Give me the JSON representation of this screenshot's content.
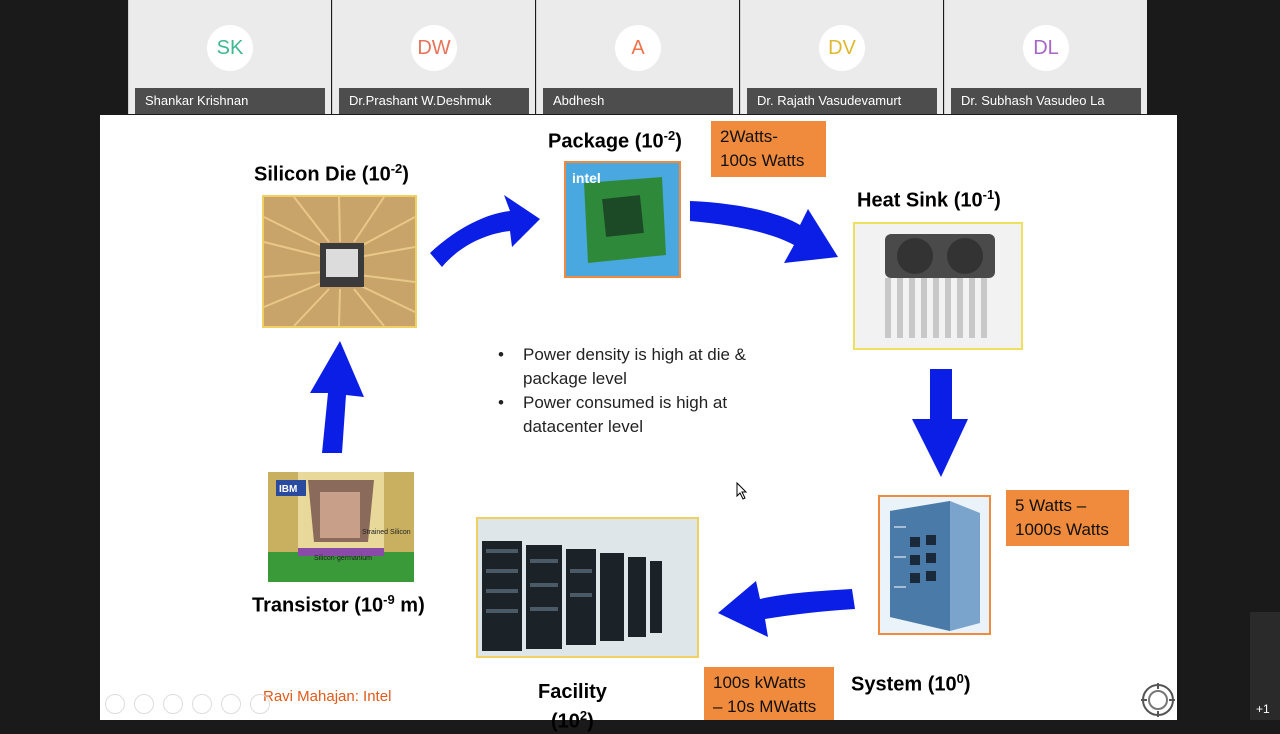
{
  "participants": [
    {
      "initials": "SK",
      "name": "Shankar Krishnan",
      "color": "#3db88f"
    },
    {
      "initials": "DW",
      "name": "Dr.Prashant W.Deshmuk",
      "color": "#e8735a"
    },
    {
      "initials": "A",
      "name": "Abdhesh",
      "color": "#f0724a"
    },
    {
      "initials": "DV",
      "name": "Dr. Rajath Vasudevamurt",
      "color": "#e0b830"
    },
    {
      "initials": "DL",
      "name": "Dr. Subhash Vasudeo La",
      "color": "#a566c8"
    }
  ],
  "slide": {
    "silicon_die": {
      "text": "Silicon Die (10",
      "exp": "-2",
      "close": ")"
    },
    "package": {
      "text": "Package (10",
      "exp": "-2",
      "close": ")"
    },
    "heat_sink": {
      "text": "Heat Sink (10",
      "exp": "-1",
      "close": ")"
    },
    "system": {
      "text": "System (10",
      "exp": "0",
      "close": ")"
    },
    "facility": {
      "text": "Facility",
      "line2": "(10",
      "exp": "2",
      "close": ")"
    },
    "transistor": {
      "text": "Transistor (10",
      "exp": "-9",
      "close": " m)"
    },
    "package_power": "2Watts-\n100s Watts",
    "system_power": "5 Watts –\n1000s Watts",
    "facility_power": "100s kWatts\n– 10s MWatts",
    "bullets": [
      "Power density is high at die & package level",
      "Power consumed is high at datacenter level"
    ],
    "bullet_char": "•",
    "credit": "Ravi Mahajan: Intel",
    "package_brand": "intel",
    "transistor_tags": {
      "brand": "IBM",
      "strained": "Strained Silicon",
      "sige": "Silicon-germanium"
    }
  },
  "overflow_count": "+1",
  "colors": {
    "arrow": "#0a1ee6",
    "orange": "#f08a3c",
    "credit": "#e05a1a"
  }
}
